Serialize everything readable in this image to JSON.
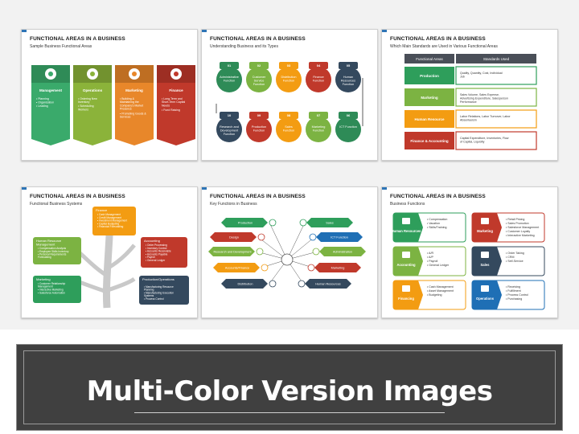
{
  "slides": [
    {
      "title": "FUNCTIONAL AREAS IN A BUSINESS",
      "subtitle": "Sample Business Functional Areas",
      "items": [
        {
          "label": "Management",
          "bullets": [
            "Planning",
            "Organization",
            "Leading"
          ],
          "color": "#3aaa6b"
        },
        {
          "label": "Operations",
          "bullets": [
            "Ordering New Inventory",
            "Scheduling Workers"
          ],
          "color": "#8bb33a"
        },
        {
          "label": "Marketing",
          "bullets": [
            "Building & Maintaining the Company's Market Presence",
            "Promoting Goods & Services"
          ],
          "color": "#e8872a"
        },
        {
          "label": "Finance",
          "bullets": [
            "Long-Term and Short-Term Capital Needs",
            "Fund Raising"
          ],
          "color": "#c0392b"
        }
      ]
    },
    {
      "title": "FUNCTIONAL AREAS IN A BUSINESS",
      "subtitle": "Understanding Business and its Types",
      "nodes_top": [
        {
          "num": "01",
          "label": "Administrative Function",
          "color": "#2e8b57"
        },
        {
          "num": "02",
          "label": "Customer Service Function",
          "color": "#7cb342"
        },
        {
          "num": "03",
          "label": "Distribution Function",
          "color": "#f39c12"
        },
        {
          "num": "04",
          "label": "Finance Function",
          "color": "#c0392b"
        },
        {
          "num": "05",
          "label": "Human Resources Function",
          "color": "#34495e"
        }
      ],
      "nodes_bottom": [
        {
          "num": "10",
          "label": "Research and Development Function",
          "color": "#34495e"
        },
        {
          "num": "09",
          "label": "Production Function",
          "color": "#c0392b"
        },
        {
          "num": "08",
          "label": "Sales Function",
          "color": "#f39c12"
        },
        {
          "num": "07",
          "label": "Marketing Function",
          "color": "#7cb342"
        },
        {
          "num": "06",
          "label": "ICT Function",
          "color": "#2e8b57"
        }
      ]
    },
    {
      "title": "FUNCTIONAL AREAS IN A BUSINESS",
      "subtitle": "Which Main Standards are Used in Various Functional Areas",
      "headers": [
        "Functional Areas",
        "Standards Used"
      ],
      "rows": [
        {
          "area": "Production",
          "standard": "Quality, Quantity, Cost, Individual Job",
          "color": "#2e9e5b"
        },
        {
          "area": "Marketing",
          "standard": "Sales Volume, Sales Expense, Advertising Expenditure, Salesperson Performance",
          "color": "#7cb342"
        },
        {
          "area": "Human Resource",
          "standard": "Labor Relations, Labor Turnover, Labor Absenteeism",
          "color": "#f39c12"
        },
        {
          "area": "Finance & Accounting",
          "standard": "Capital Expenditure, Inventories, Flow of Capital, Liquidity",
          "color": "#c0392b"
        }
      ]
    },
    {
      "title": "FUNCTIONAL AREAS IN A BUSINESS",
      "subtitle": "Functional Business Systems",
      "boxes": [
        {
          "label": "Finance",
          "bullets": [
            "Cash Management",
            "Credit Management",
            "Investment Management",
            "Capital Budgeting",
            "Financial Forecasting"
          ],
          "color": "#f39c12"
        },
        {
          "label": "Human Resource Management",
          "bullets": [
            "Compensation Analysis",
            "Employee Skills Inventory",
            "Personal Requirements Forecasting"
          ],
          "color": "#7cb342"
        },
        {
          "label": "Accounting",
          "bullets": [
            "Order Processing",
            "Inventory Control",
            "Accounts Receivable",
            "Accounts Payable",
            "Payroll",
            "General Ledger"
          ],
          "color": "#c0392b"
        },
        {
          "label": "Marketing",
          "bullets": [
            "Customer Relationship Management",
            "Interactive Marketing",
            "Salesforce Automation"
          ],
          "color": "#2e9e5b"
        },
        {
          "label": "Production/Operations",
          "bullets": [
            "Manufacturing Resource Planning",
            "Manufacturing Execution Systems",
            "Process Control"
          ],
          "color": "#34495e"
        }
      ]
    },
    {
      "title": "FUNCTIONAL AREAS IN A BUSINESS",
      "subtitle": "Key Functions in Business",
      "labels_left": [
        "Production",
        "Design",
        "Research and Development",
        "Accounts/Finance",
        "Distribution"
      ],
      "labels_right": [
        "Sales",
        "ICT Function",
        "Administration",
        "Marketing",
        "Human Resources"
      ]
    },
    {
      "title": "FUNCTIONAL AREAS IN A BUSINESS",
      "subtitle": "Business Functions",
      "cards": [
        {
          "label": "Human Resources",
          "bullets": [
            "Compensation",
            "Vacation",
            "Skills/Training"
          ],
          "color": "#2e9e5b"
        },
        {
          "label": "Marketing",
          "bullets": [
            "Retail Pricing",
            "Sales Promotion",
            "Salesforce Management",
            "Customer Loyalty",
            "Interactive Marketing"
          ],
          "color": "#c0392b"
        },
        {
          "label": "Accounting",
          "bullets": [
            "A/R",
            "A/P",
            "Payroll",
            "General Ledger"
          ],
          "color": "#7cb342"
        },
        {
          "label": "Sales",
          "bullets": [
            "Order Taking",
            "CRM",
            "Self-Service"
          ],
          "color": "#34495e"
        },
        {
          "label": "Financing",
          "bullets": [
            "Cash Management",
            "Asset Management",
            "Budgeting"
          ],
          "color": "#f39c12"
        },
        {
          "label": "Operations",
          "bullets": [
            "Receiving",
            "Fulfillment",
            "Process Control",
            "Purchasing"
          ],
          "color": "#1f6fb5"
        }
      ]
    }
  ],
  "banner": {
    "title": "Multi-Color Version Images"
  },
  "colors": {
    "green": "#2e9e5b",
    "lime": "#7cb342",
    "orange": "#f39c12",
    "red": "#c0392b",
    "navy": "#34495e",
    "banner_bg": "#404040"
  }
}
